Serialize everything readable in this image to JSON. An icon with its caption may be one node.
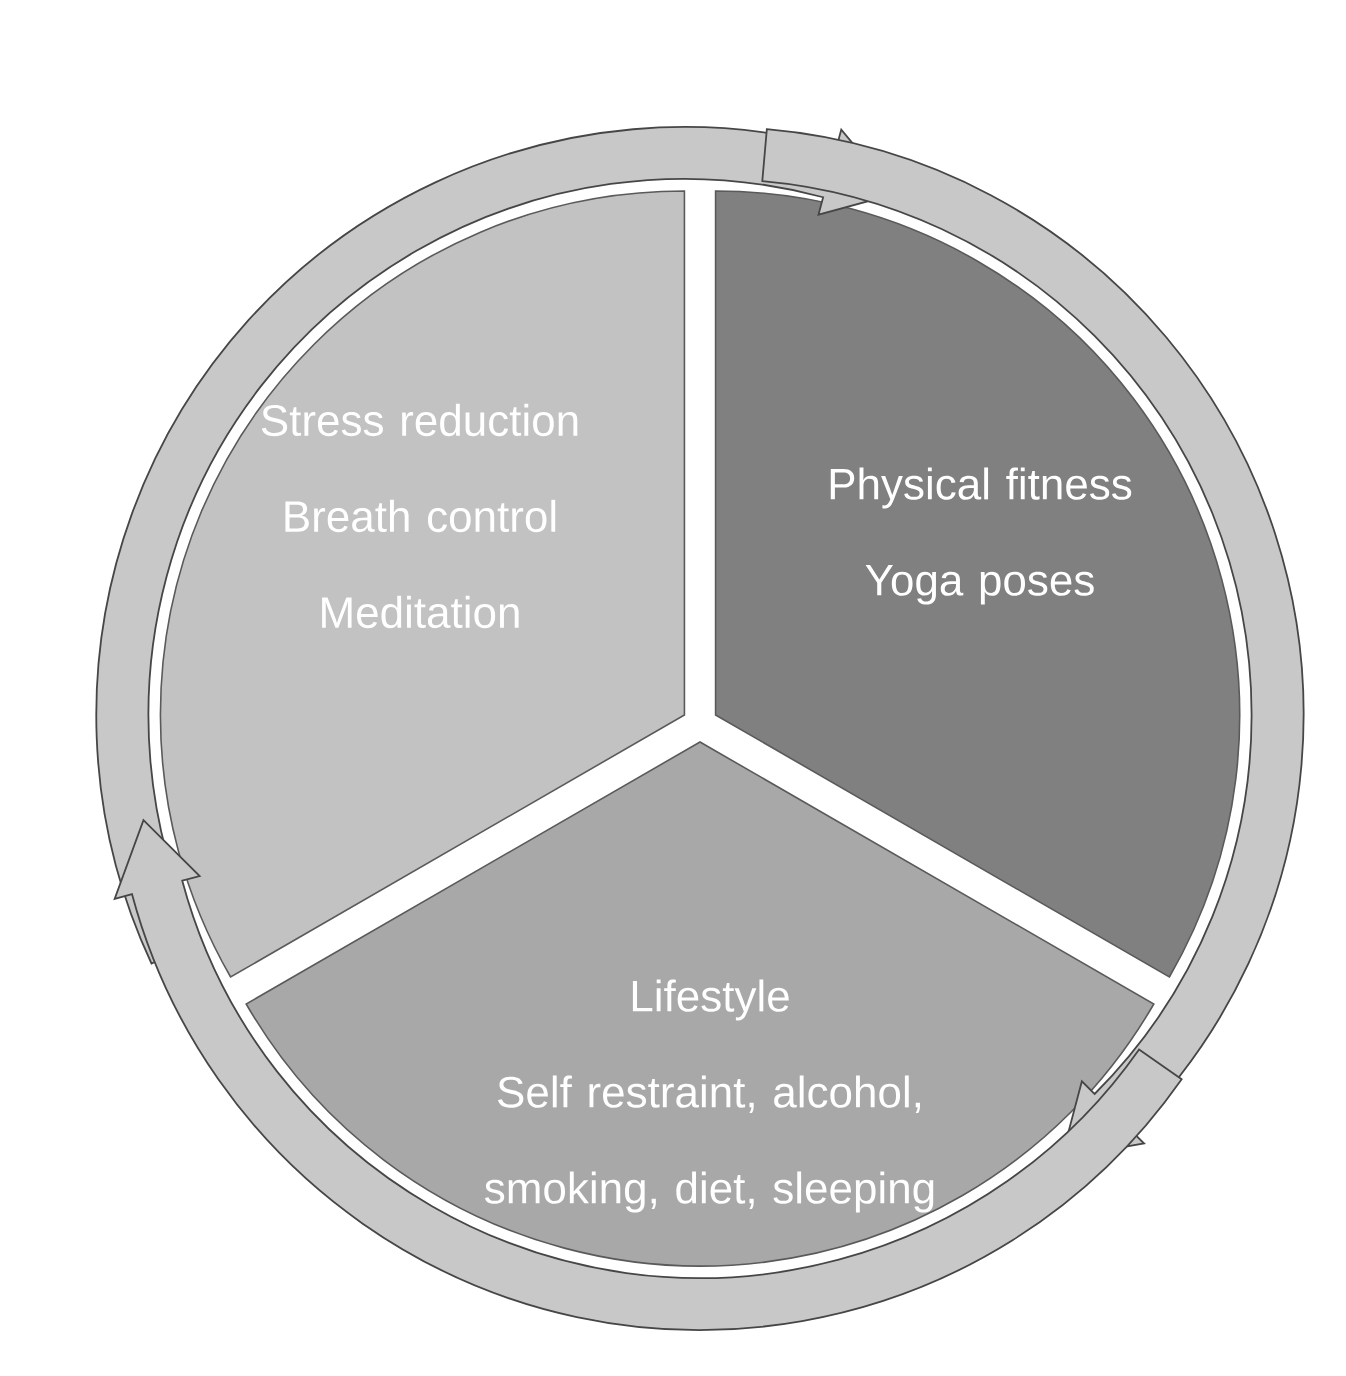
{
  "diagram": {
    "nodes": [
      {
        "text": [
          "Stress reduction",
          "Breath control",
          "Meditation"
        ]
      },
      {
        "text": [
          "Physical fitness",
          "Yoga poses"
        ]
      },
      {
        "text": [
          "Lifestyle",
          "Self restraint, alcohol, smoking, diet, sleeping"
        ]
      }
    ],
    "edges": [
      {
        "from": 0,
        "to": 1,
        "arrow": "to"
      },
      {
        "from": 1,
        "to": 2,
        "arrow": "to"
      },
      {
        "from": 2,
        "to": 0,
        "arrow": "to"
      }
    ]
  }
}
